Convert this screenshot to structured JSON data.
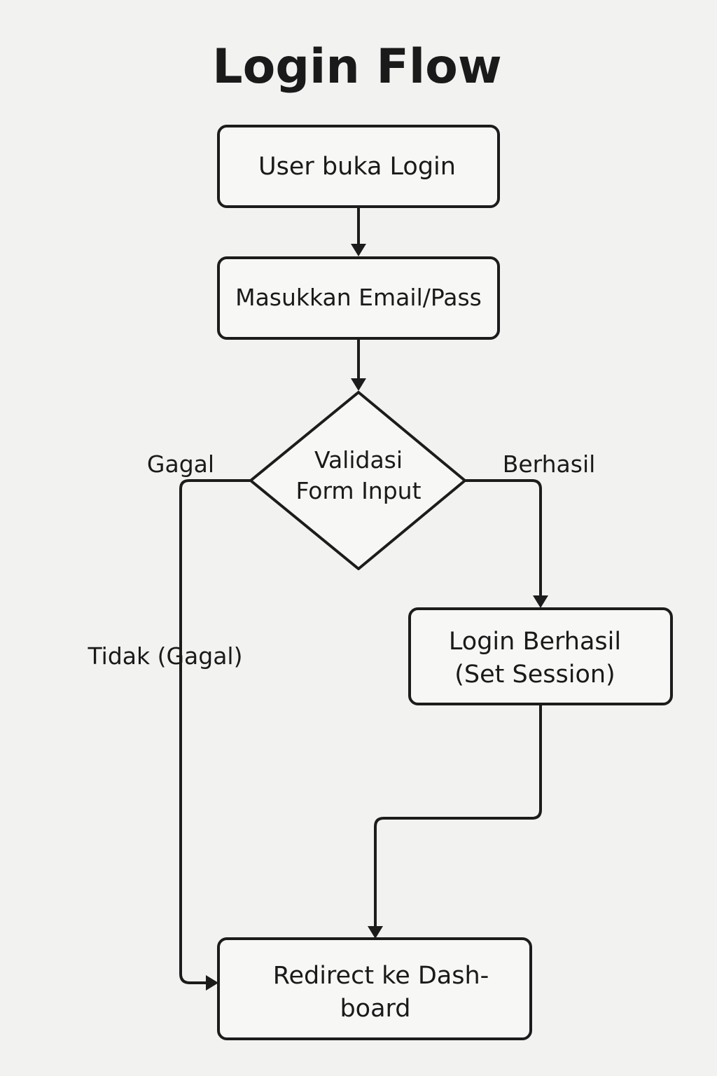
{
  "title": "Login Flow",
  "nodes": {
    "start": {
      "label": "User buka Login"
    },
    "input": {
      "label": "Masukkan Email/Pass"
    },
    "validate": {
      "label_line1": "Validasi",
      "label_line2": "Form Input"
    },
    "success": {
      "label_line1": "Login Berhasil",
      "label_line2": "(Set Session)"
    },
    "redirect": {
      "label_line1": "Redirect ke Dash-",
      "label_line2": "board"
    }
  },
  "edge_labels": {
    "fail_short": "Gagal",
    "success_short": "Berhasil",
    "fail_long": "Tidak (Gagal)"
  },
  "colors": {
    "background": "#f2f2f0",
    "stroke": "#1c1c1c",
    "text": "#1a1a1a"
  }
}
